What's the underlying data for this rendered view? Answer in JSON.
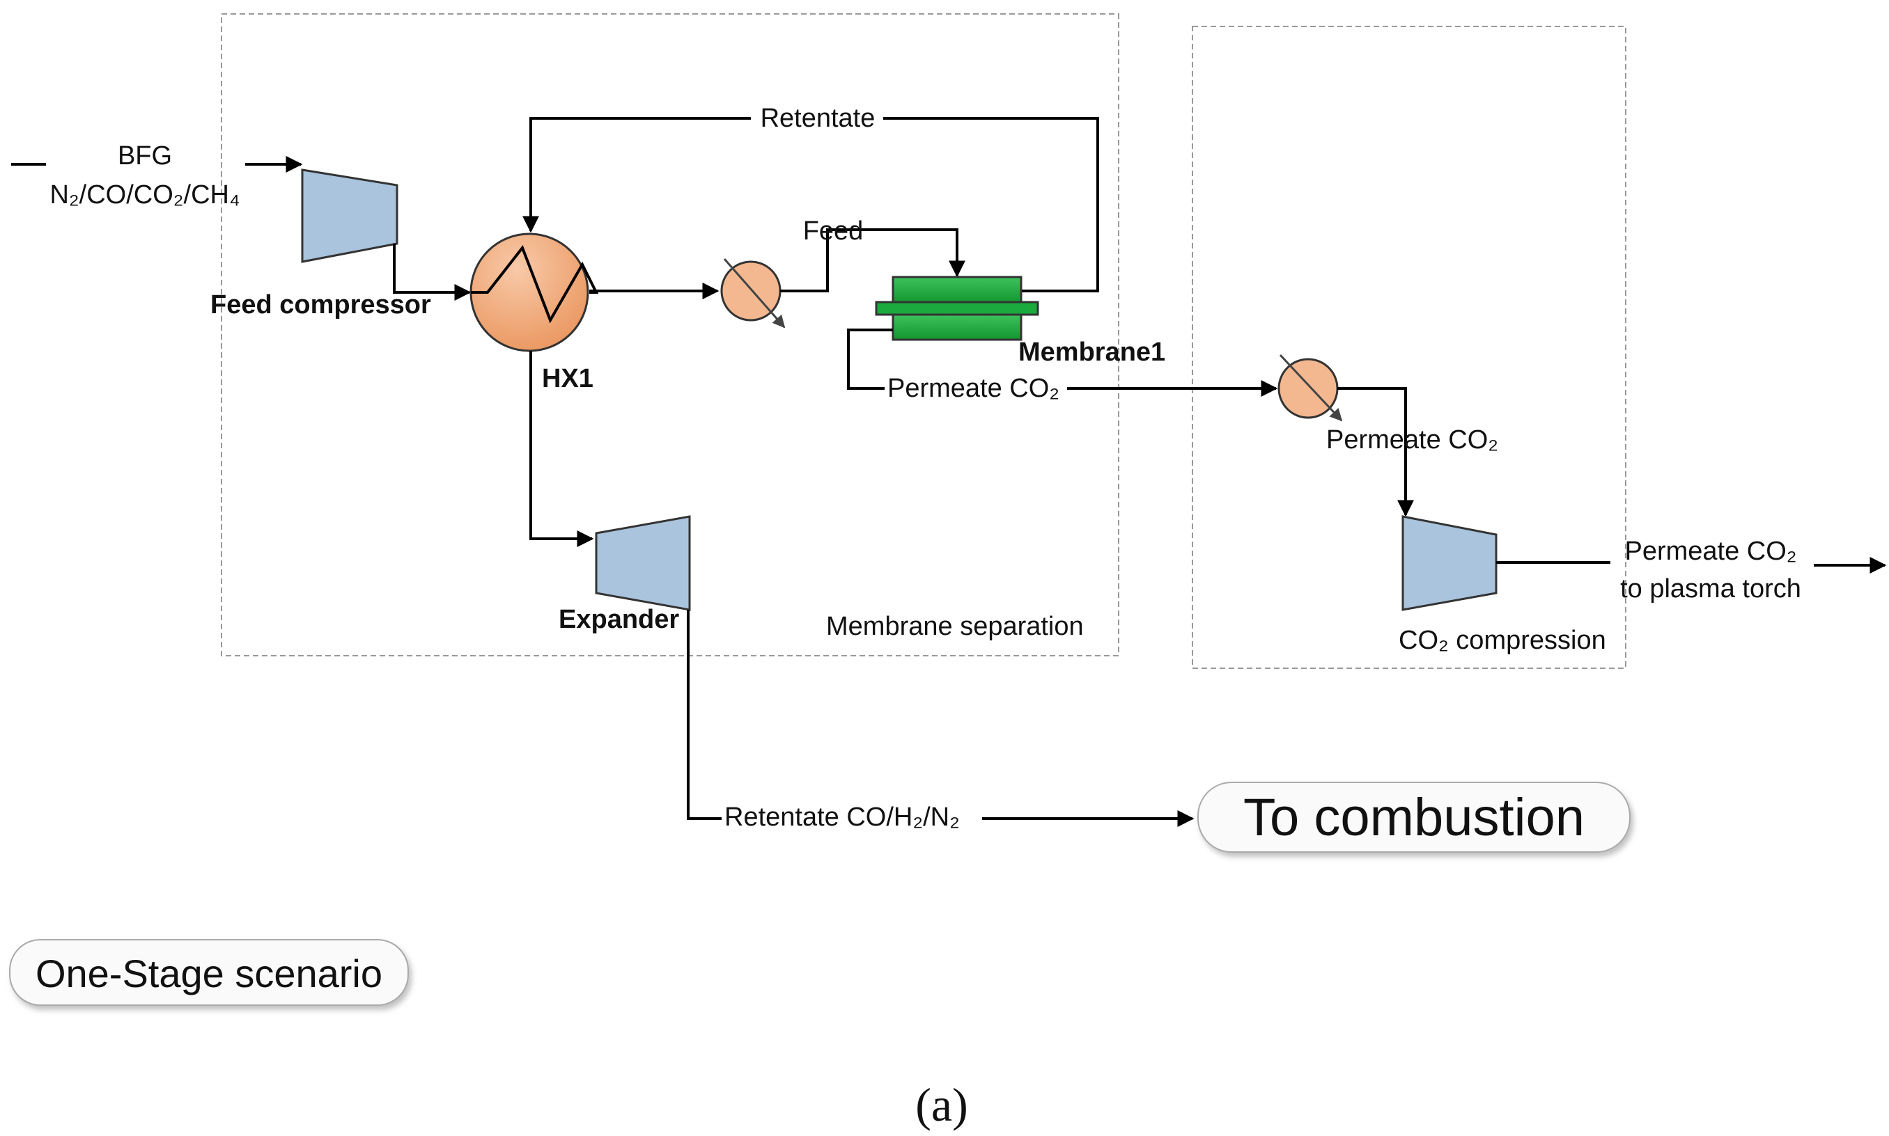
{
  "feed_stream": {
    "name": "BFG",
    "composition": "N₂/CO/CO₂/CH₄"
  },
  "units": {
    "feed_compressor": "Feed compressor",
    "heat_exchanger": "HX1",
    "membrane": "Membrane1",
    "expander": "Expander"
  },
  "streams": {
    "retentate_recycle": "Retentate",
    "membrane_feed": "Feed",
    "permeate_1": "Permeate CO₂",
    "permeate_2": "Permeate CO₂",
    "product_line1": "Permeate CO₂",
    "product_line2": "to plasma torch",
    "retentate_out": "Retentate CO/H₂/N₂"
  },
  "sections": {
    "membrane_separation": "Membrane separation",
    "co2_compression": "CO₂ compression"
  },
  "destination": "To combustion",
  "scenario": "One-Stage scenario",
  "caption": "(a)",
  "colors": {
    "compressor_fill": "#a9c4dc",
    "hx_fill": "#f2a879",
    "cooler_fill": "#f4b891",
    "membrane_fill": "#1aaa3e",
    "membrane_dark": "#0d8a2e"
  }
}
